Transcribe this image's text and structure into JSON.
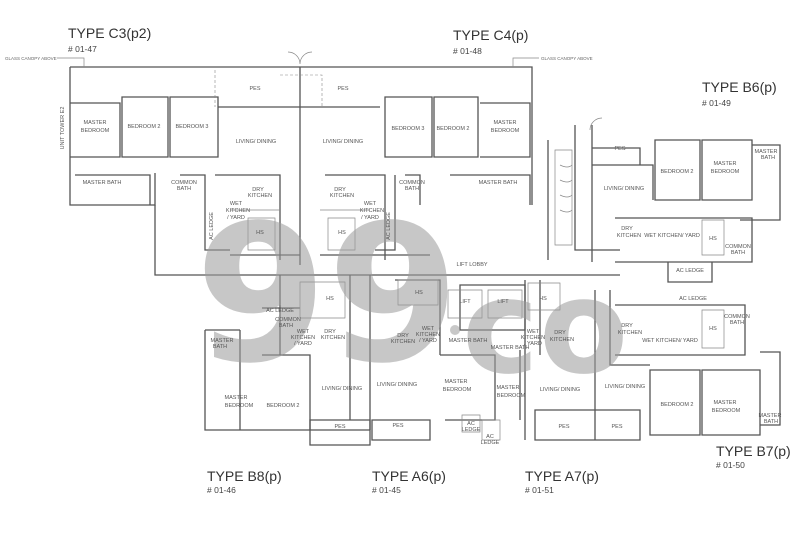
{
  "watermark": {
    "logo": "99.co"
  },
  "units": {
    "c3": {
      "type": "TYPE C3(p2)",
      "no": "# 01-47"
    },
    "c4": {
      "type": "TYPE C4(p)",
      "no": "# 01-48"
    },
    "b6": {
      "type": "TYPE B6(p)",
      "no": "# 01-49"
    },
    "b8": {
      "type": "TYPE B8(p)",
      "no": "# 01-46"
    },
    "a6": {
      "type": "TYPE A6(p)",
      "no": "# 01-45"
    },
    "a7": {
      "type": "TYPE A7(p)",
      "no": "# 01-51"
    },
    "b7": {
      "type": "TYPE B7(p)",
      "no": "# 01-50"
    }
  },
  "notes": {
    "glass_canopy": "GLASS CANOPY ABOVE",
    "unit_tower": "UNIT TOWER E2",
    "lift_lobby": "LIFT LOBBY",
    "lift": "LIFT"
  },
  "rooms": {
    "pes": "PES",
    "master_bedroom": "MASTER BEDROOM",
    "master": "MASTER",
    "bedroom": "BEDROOM",
    "bedroom2": "BEDROOM 2",
    "bedroom3": "BEDROOM 3",
    "living": "LIVING/ DINING",
    "master_bath": "MASTER BATH",
    "common": "COMMON",
    "bath": "BATH",
    "dry": "DRY",
    "wet": "WET",
    "kitchen": "KITCHEN",
    "yard": "/ YARD",
    "wet_kitchen_yard": "WET KITCHEN/ YARD",
    "hs": "HS",
    "ac_ledge": "AC LEDGE",
    "ac": "AC",
    "ledge": "LEDGE"
  }
}
